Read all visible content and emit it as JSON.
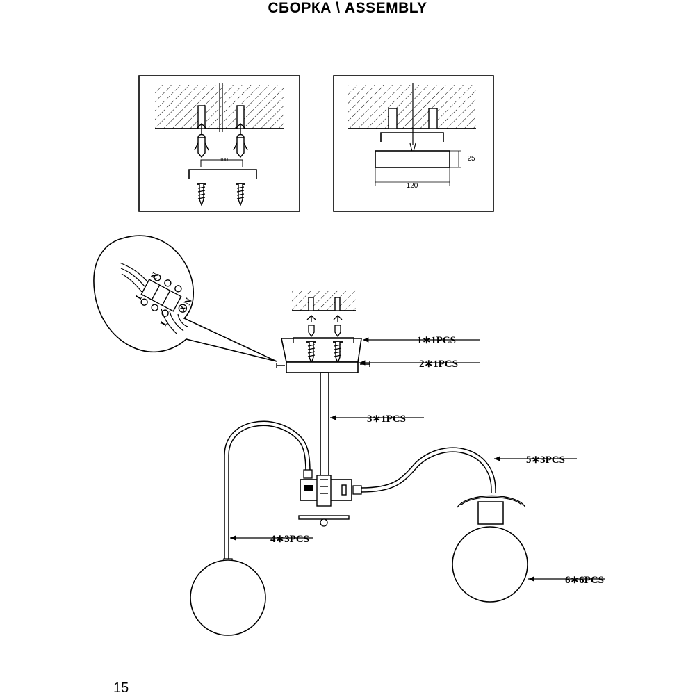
{
  "title": "СБОРКА \\ ASSEMBLY",
  "page_number": "15",
  "step1": {
    "dimension": "100"
  },
  "step2": {
    "width": "120",
    "height": "25"
  },
  "wiring": {
    "letters": [
      "L",
      "N",
      "L",
      "N"
    ]
  },
  "parts": [
    {
      "label": "1∗1PCS"
    },
    {
      "label": "2∗1PCS"
    },
    {
      "label": "3∗1PCS"
    },
    {
      "label": "5∗3PCS"
    },
    {
      "label": "4∗3PCS"
    },
    {
      "label": "6∗6PCS"
    }
  ]
}
